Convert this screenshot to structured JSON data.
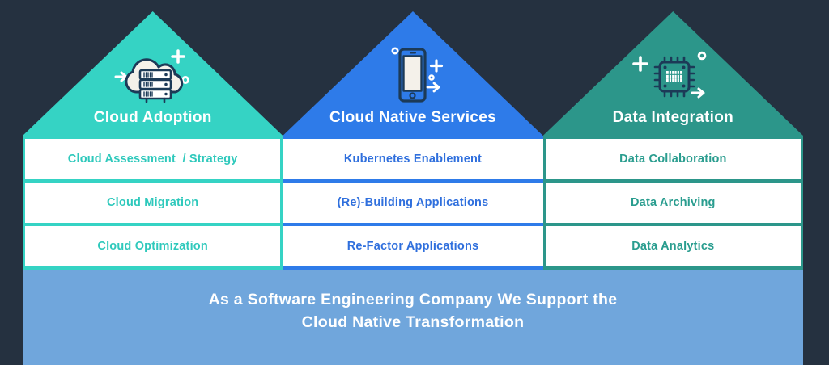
{
  "theme": {
    "background": "#253140",
    "band_bg": "#70a6dc",
    "row_bg": "#ffffff",
    "title_color": "#ffffff"
  },
  "columns": [
    {
      "title": "Cloud Adoption",
      "icon": "cloud-server-icon",
      "color": "#35d3c4",
      "text_color": "#2fc9bc",
      "rows": [
        "Cloud Assessment  / Strategy",
        "Cloud Migration",
        "Cloud Optimization"
      ]
    },
    {
      "title": "Cloud Native Services",
      "icon": "smartphone-icon",
      "color": "#2e7be9",
      "text_color": "#2f6fdd",
      "rows": [
        "Kubernetes Enablement",
        "(Re)-Building Applications",
        "Re-Factor Applications"
      ]
    },
    {
      "title": "Data Integration",
      "icon": "chip-icon",
      "color": "#2c968a",
      "text_color": "#2a9d8f",
      "rows": [
        "Data Collaboration",
        "Data Archiving",
        "Data Analytics"
      ]
    }
  ],
  "footer": {
    "line1": "As a Software Engineering Company We Support the",
    "line2": "Cloud Native Transformation"
  }
}
